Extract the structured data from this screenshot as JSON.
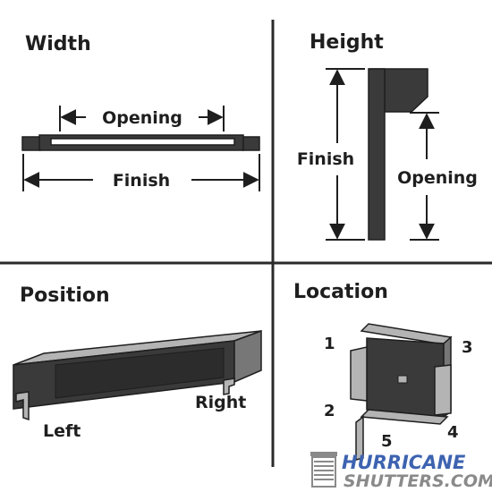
{
  "panels": {
    "width": {
      "title": "Width",
      "opening_label": "Opening",
      "finish_label": "Finish"
    },
    "height": {
      "title": "Height",
      "finish_label": "Finish",
      "opening_label": "Opening"
    },
    "position": {
      "title": "Position",
      "left_label": "Left",
      "right_label": "Right"
    },
    "location": {
      "title": "Location",
      "markers": [
        "1",
        "2",
        "3",
        "4",
        "5"
      ]
    }
  },
  "logo": {
    "line1": "HURRICANE",
    "line2": "SHUTTERS.COM"
  },
  "colors": {
    "ink": "#1e1e1e",
    "dark_fill": "#3a3a3a",
    "mid_fill": "#777777",
    "light_fill": "#b4b4b4",
    "logo_blue": "#3d63b0",
    "logo_gray": "#8a8a8a"
  }
}
